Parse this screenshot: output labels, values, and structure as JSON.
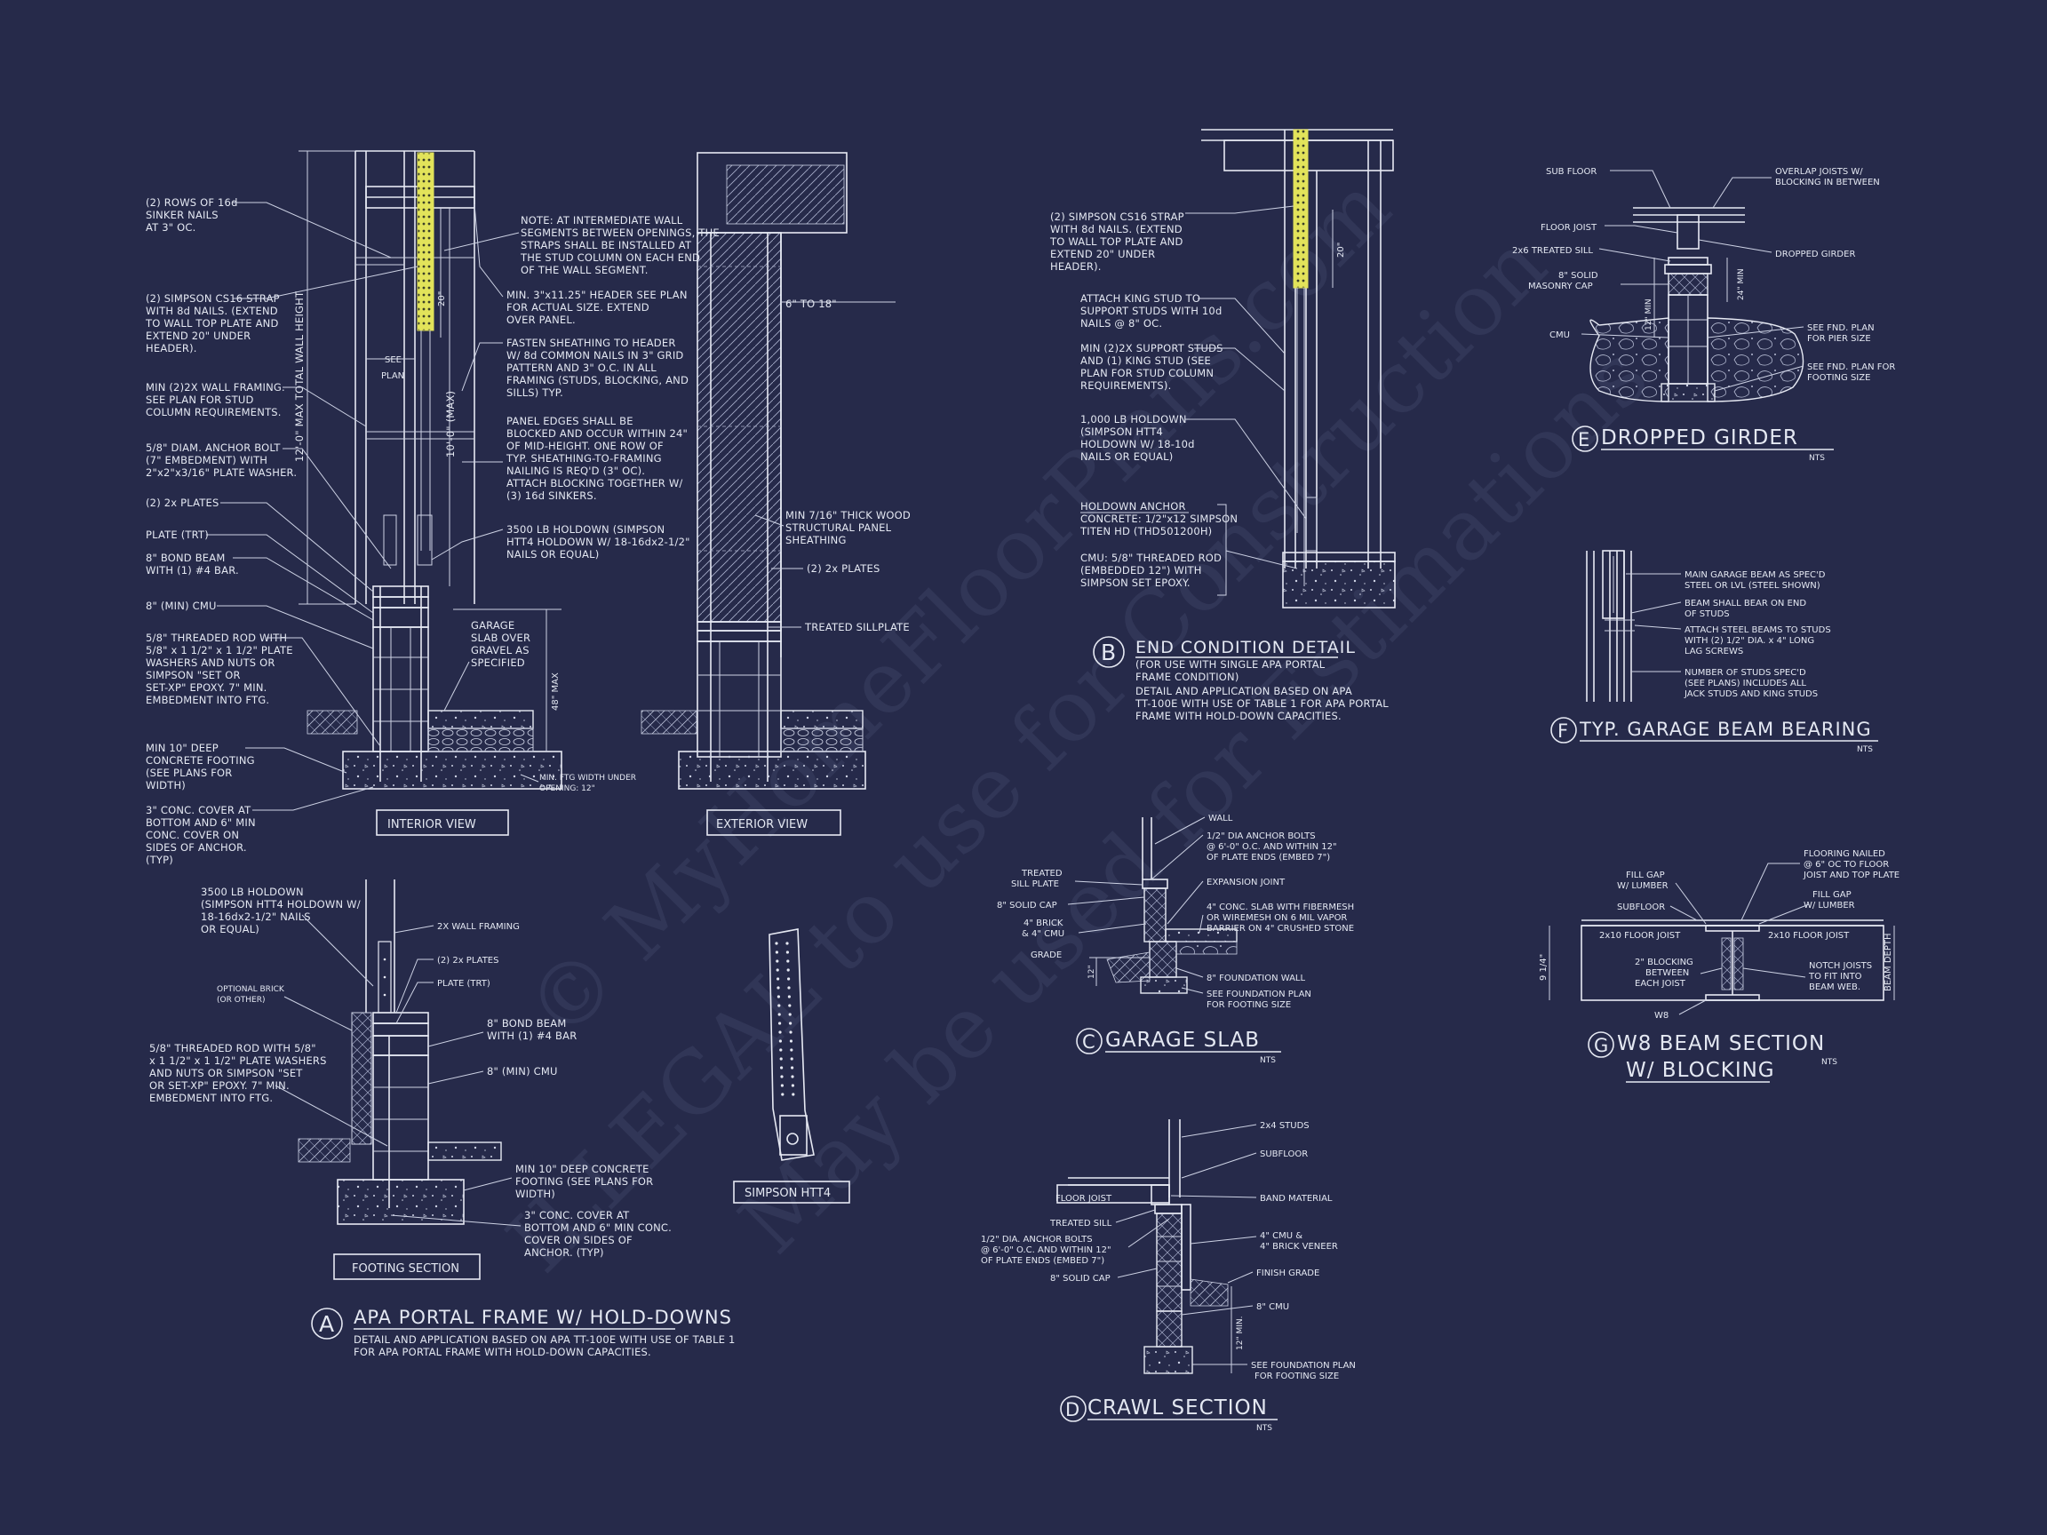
{
  "watermark": {
    "line1": "© MyHomeFloorPlans.com",
    "line2": "ILLEGAL to use for Construction",
    "line3": "May be used for Estimations"
  },
  "detail_a": {
    "marker": "A",
    "title": "APA PORTAL FRAME W/ HOLD-DOWNS",
    "desc": [
      "DETAIL AND APPLICATION BASED ON APA TT-100E WITH USE OF TABLE 1",
      "FOR APA PORTAL FRAME WITH HOLD-DOWN CAPACITIES."
    ],
    "interior_view": "INTERIOR VIEW",
    "exterior_view": "EXTERIOR VIEW",
    "footing_section": "FOOTING SECTION",
    "simpson": "SIMPSON HTT4",
    "left_notes": [
      [
        "(2) ROWS OF 16d",
        "SINKER NAILS",
        "AT 3\" OC."
      ],
      [
        "(2) SIMPSON CS16 STRAP",
        "WITH 8d NAILS. (EXTEND",
        "TO WALL TOP PLATE AND",
        "EXTEND 20\" UNDER",
        "HEADER)."
      ],
      [
        "MIN (2)2X WALL FRAMING.",
        "SEE PLAN FOR STUD",
        "COLUMN REQUIREMENTS."
      ],
      [
        "5/8\" DIAM. ANCHOR BOLT",
        "(7\" EMBEDMENT) WITH",
        "2\"x2\"x3/16\" PLATE WASHER."
      ],
      [
        "(2) 2x PLATES"
      ],
      [
        "PLATE (TRT)"
      ],
      [
        "8\" BOND BEAM",
        "WITH (1) #4 BAR."
      ],
      [
        "8\" (MIN) CMU"
      ],
      [
        "5/8\" THREADED ROD WITH",
        "5/8\" x 1 1/2\" x 1 1/2\" PLATE",
        "WASHERS AND NUTS OR",
        "SIMPSON \"SET OR",
        "SET-XP\" EPOXY. 7\" MIN.",
        "EMBEDMENT INTO FTG."
      ],
      [
        "MIN 10\" DEEP",
        "CONCRETE FOOTING",
        "(SEE PLANS FOR",
        "WIDTH)"
      ],
      [
        "3\" CONC. COVER AT",
        "BOTTOM AND 6\" MIN",
        "CONC. COVER ON",
        "SIDES OF ANCHOR.",
        "(TYP)"
      ]
    ],
    "mid_notes": [
      [
        "NOTE: AT INTERMEDIATE WALL",
        "SEGMENTS BETWEEN OPENINGS, THE",
        "STRAPS SHALL BE INSTALLED AT",
        "THE STUD COLUMN ON EACH END",
        "OF THE WALL SEGMENT."
      ],
      [
        "MIN. 3\"x11.25\" HEADER SEE PLAN",
        "FOR ACTUAL SIZE. EXTEND",
        "OVER PANEL."
      ],
      [
        "FASTEN SHEATHING TO HEADER",
        "W/ 8d COMMON NAILS IN 3\" GRID",
        "PATTERN AND 3\" O.C. IN ALL",
        "FRAMING (STUDS, BLOCKING, AND",
        "SILLS) TYP."
      ],
      [
        "PANEL EDGES SHALL BE",
        "BLOCKED AND OCCUR WITHIN 24\"",
        "OF MID-HEIGHT.  ONE ROW OF",
        "TYP. SHEATHING-TO-FRAMING",
        "NAILING IS REQ'D (3\" OC).",
        "ATTACH BLOCKING TOGETHER W/",
        "(3) 16d SINKERS."
      ],
      [
        "3500 LB HOLDOWN (SIMPSON",
        "HTT4 HOLDOWN W/ 18-16dx2-1/2\"",
        "NAILS OR EQUAL)"
      ],
      [
        "GARAGE",
        "SLAB OVER",
        "GRAVEL AS",
        "SPECIFIED"
      ]
    ],
    "dims": {
      "wall_height": "12'-0\" MAX TOTAL WALL HEIGHT",
      "ten_ft": "10'-0\" (MAX)",
      "twenty_in": "20\"",
      "see_plan": [
        "SEE",
        "PLAN"
      ],
      "forty_eight": "48\" MAX",
      "min_ftg": [
        "MIN. FTG WIDTH UNDER",
        "OPENING: 12\""
      ],
      "six_to_18": "6\" TO 18\""
    },
    "ext_notes": [
      [
        "MIN 7/16\" THICK WOOD",
        "STRUCTURAL PANEL",
        "SHEATHING"
      ],
      [
        "(2) 2x PLATES"
      ],
      [
        "TREATED SILLPLATE"
      ]
    ],
    "footing_notes": [
      [
        "3500 LB HOLDOWN",
        "(SIMPSON HTT4 HOLDOWN W/",
        "18-16dx2-1/2\" NAILS",
        "OR EQUAL)"
      ],
      [
        "2X WALL FRAMING"
      ],
      [
        "(2) 2x PLATES"
      ],
      [
        "PLATE (TRT)"
      ],
      [
        "OPTIONAL BRICK",
        "(OR OTHER)"
      ],
      [
        "8\" BOND BEAM",
        "WITH (1) #4 BAR"
      ],
      [
        "8\" (MIN) CMU"
      ],
      [
        "5/8\" THREADED ROD WITH 5/8\"",
        "x 1 1/2\" x 1 1/2\" PLATE WASHERS",
        "AND NUTS OR SIMPSON \"SET",
        "OR SET-XP\" EPOXY.  7\" MIN.",
        "EMBEDMENT INTO FTG."
      ],
      [
        "MIN 10\" DEEP CONCRETE",
        "FOOTING (SEE PLANS FOR",
        "WIDTH)"
      ],
      [
        "3\" CONC. COVER AT",
        "BOTTOM AND 6\" MIN CONC.",
        "COVER ON SIDES OF",
        "ANCHOR. (TYP)"
      ]
    ]
  },
  "detail_b": {
    "marker": "B",
    "title": "END CONDITION DETAIL",
    "desc": [
      "(FOR USE WITH SINGLE APA PORTAL",
      "FRAME CONDITION)",
      "DETAIL AND APPLICATION BASED ON APA",
      "TT-100E WITH USE OF TABLE 1 FOR APA PORTAL",
      "FRAME WITH HOLD-DOWN CAPACITIES."
    ],
    "dim": "20\"",
    "notes": [
      [
        "(2) SIMPSON CS16 STRAP",
        "WITH 8d NAILS. (EXTEND",
        "TO WALL TOP PLATE AND",
        "EXTEND 20\" UNDER",
        "HEADER)."
      ],
      [
        "ATTACH KING STUD TO",
        "SUPPORT STUDS WITH 10d",
        "NAILS @ 8\" OC."
      ],
      [
        "MIN (2)2X SUPPORT STUDS",
        "AND (1) KING STUD (SEE",
        "PLAN FOR STUD COLUMN",
        "REQUIREMENTS)."
      ],
      [
        "1,000 LB HOLDOWN",
        "(SIMPSON HTT4",
        "HOLDOWN W/ 18-10d",
        "NAILS OR EQUAL)"
      ],
      [
        "HOLDOWN ANCHOR",
        "CONCRETE: 1/2\"x12 SIMPSON",
        "TITEN HD (THD501200H)"
      ],
      [
        "CMU: 5/8\" THREADED ROD",
        "(EMBEDDED 12\") WITH",
        "SIMPSON SET EPOXY."
      ]
    ]
  },
  "detail_c": {
    "marker": "C",
    "title": "GARAGE SLAB",
    "nts": "NTS",
    "dim": "12\"",
    "notes": [
      [
        "WALL"
      ],
      [
        "1/2\" DIA ANCHOR BOLTS",
        "@ 6'-0\" O.C. AND WITHIN 12\"",
        "OF PLATE ENDS (EMBED 7\")"
      ],
      [
        "TREATED",
        "SILL PLATE"
      ],
      [
        "8\" SOLID CAP"
      ],
      [
        "EXPANSION JOINT"
      ],
      [
        "4\" CONC. SLAB WITH FIBERMESH",
        "OR WIREMESH ON 6 MIL VAPOR",
        "BARRIER ON 4\" CRUSHED STONE"
      ],
      [
        "4\" BRICK",
        "& 4\" CMU"
      ],
      [
        "GRADE"
      ],
      [
        "8\" FOUNDATION WALL"
      ],
      [
        "SEE FOUNDATION PLAN",
        "FOR FOOTING SIZE"
      ]
    ]
  },
  "detail_d": {
    "marker": "D",
    "title": "CRAWL SECTION",
    "nts": "NTS",
    "dim": "12\" MIN.",
    "notes": [
      [
        "2x4 STUDS"
      ],
      [
        "SUBFLOOR"
      ],
      [
        "FLOOR JOIST"
      ],
      [
        "BAND MATERIAL"
      ],
      [
        "TREATED SILL"
      ],
      [
        "1/2\" DIA. ANCHOR BOLTS",
        "@ 6'-0\" O.C. AND WITHIN 12\"",
        "OF PLATE ENDS (EMBED 7\")"
      ],
      [
        "4\" CMU &",
        "4\" BRICK VENEER"
      ],
      [
        "8\" SOLID CAP"
      ],
      [
        "FINISH GRADE"
      ],
      [
        "8\" CMU"
      ],
      [
        "SEE FOUNDATION PLAN",
        "FOR FOOTING SIZE"
      ]
    ]
  },
  "detail_e": {
    "marker": "E",
    "title": "DROPPED GIRDER",
    "nts": "NTS",
    "dims": [
      "12\" MIN",
      "24\" MIN"
    ],
    "notes": [
      [
        "SUB FLOOR"
      ],
      [
        "OVERLAP JOISTS W/",
        "BLOCKING IN BETWEEN"
      ],
      [
        "FLOOR JOIST"
      ],
      [
        "2x6 TREATED SILL"
      ],
      [
        "DROPPED GIRDER"
      ],
      [
        "8\" SOLID",
        "MASONRY CAP"
      ],
      [
        "CMU"
      ],
      [
        "SEE FND. PLAN",
        "FOR PIER SIZE"
      ],
      [
        "SEE FND. PLAN FOR",
        "FOOTING SIZE"
      ]
    ]
  },
  "detail_f": {
    "marker": "F",
    "title": "TYP. GARAGE BEAM BEARING",
    "nts": "NTS",
    "notes": [
      [
        "MAIN GARAGE BEAM AS SPEC'D",
        "STEEL OR LVL (STEEL SHOWN)"
      ],
      [
        "BEAM SHALL BEAR ON END",
        "OF STUDS"
      ],
      [
        "ATTACH STEEL BEAMS TO STUDS",
        "WITH (2) 1/2\" DIA. x 4\" LONG",
        "LAG SCREWS"
      ],
      [
        "NUMBER OF STUDS SPEC'D",
        "(SEE PLANS) INCLUDES ALL",
        "JACK STUDS AND KING STUDS"
      ]
    ]
  },
  "detail_g": {
    "marker": "G",
    "title": "W8 BEAM SECTION",
    "title2": "W/ BLOCKING",
    "nts": "NTS",
    "dims": [
      "9 1/4\"",
      "BEAM DEPTH"
    ],
    "notes": [
      [
        "FLOORING NAILED",
        "@ 6\" OC TO FLOOR",
        "JOIST AND TOP PLATE"
      ],
      [
        "FILL GAP",
        "W/ LUMBER"
      ],
      [
        "SUBFLOOR"
      ],
      [
        "FILL GAP",
        "W/ LUMBER"
      ],
      [
        "2x10 FLOOR JOIST"
      ],
      [
        "2x10 FLOOR JOIST"
      ],
      [
        "2\" BLOCKING",
        "BETWEEN",
        "EACH JOIST"
      ],
      [
        "NOTCH JOISTS",
        "TO FIT INTO",
        "BEAM WEB."
      ],
      [
        "W8"
      ]
    ]
  }
}
